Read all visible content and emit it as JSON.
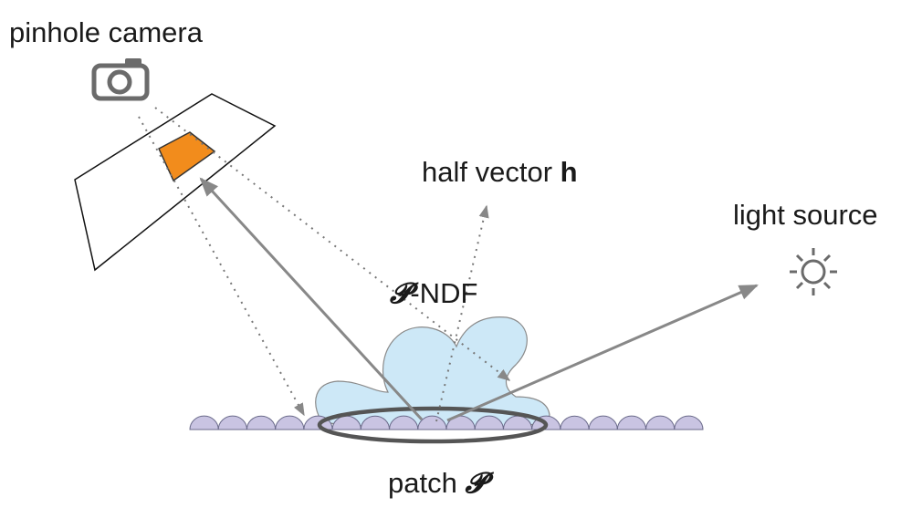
{
  "labels": {
    "camera": "pinhole camera",
    "half_vector_prefix": "half vector ",
    "half_vector_symbol": "h",
    "light": "light source",
    "ndf_symbol": "𝓟",
    "ndf_suffix": "-NDF",
    "patch_prefix": "patch ",
    "patch_symbol": "𝓟"
  },
  "icons": {
    "camera": "camera-icon",
    "light": "sun-icon"
  },
  "colors": {
    "pixel": "#f28c1c",
    "ndf_fill": "#cde8f7",
    "microfacet": "#c9c4e2",
    "ray": "#888888",
    "dotted": "#777777",
    "ellipse": "#555555"
  }
}
